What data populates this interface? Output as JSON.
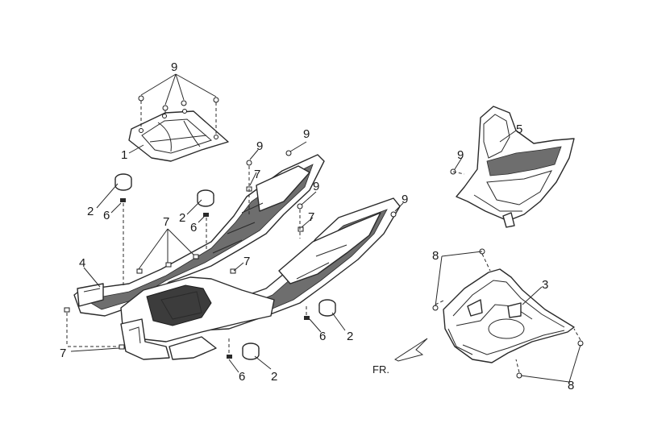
{
  "callouts": {
    "c9_top": "9",
    "c1": "1",
    "c9_a": "9",
    "c9_b": "9",
    "c7_a": "7",
    "c9_c": "9",
    "c7_b": "7",
    "c9_d": "9",
    "c5": "5",
    "c9_e": "9",
    "c2_a": "2",
    "c6_a": "6",
    "c2_b": "2",
    "c6_b": "6",
    "c7_c": "7",
    "c4": "4",
    "c7_d": "7",
    "c8_a": "8",
    "c3": "3",
    "c7_e": "7",
    "c6_c": "6",
    "c2_c": "2",
    "c6_d": "6",
    "c2_d": "2",
    "c8_b": "8"
  },
  "direction_label": "FR."
}
